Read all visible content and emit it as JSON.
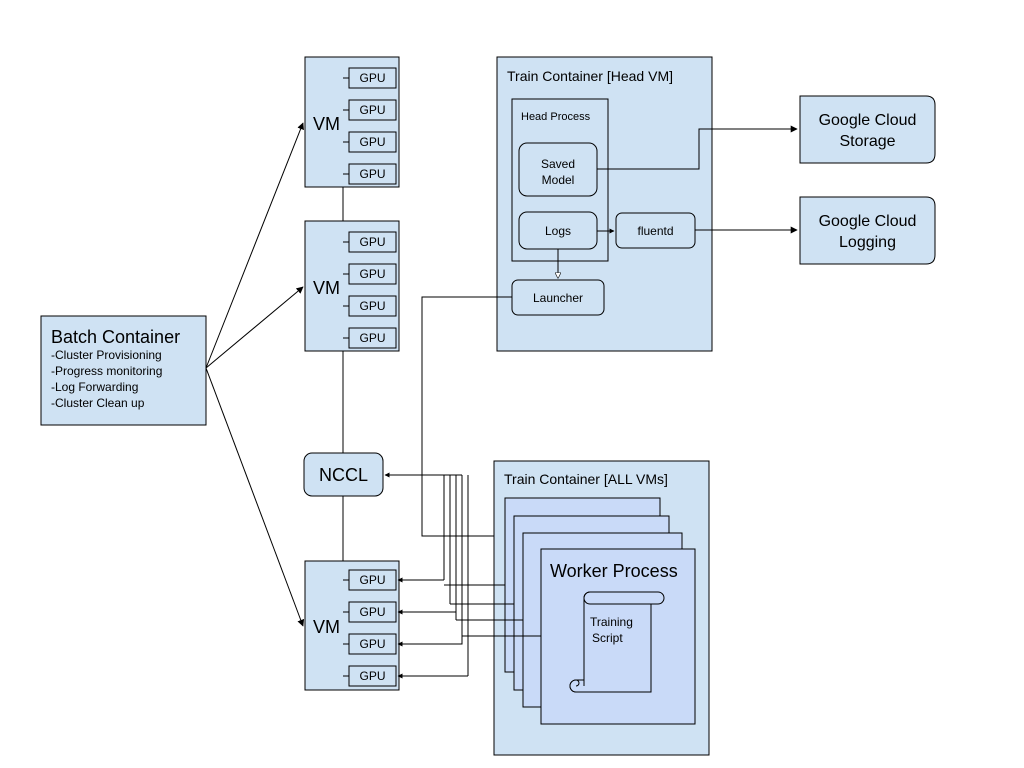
{
  "colors": {
    "fill": "#cfe2f3",
    "fill_alt": "#c9daf8",
    "stroke": "#000000",
    "background": "#ffffff"
  },
  "batch": {
    "title": "Batch Container",
    "items": [
      "-Cluster Provisioning",
      "-Progress monitoring",
      "-Log Forwarding",
      "-Cluster Clean up"
    ]
  },
  "vm_label": "VM",
  "gpu_label": "GPU",
  "nccl_label": "NCCL",
  "head": {
    "title": "Train Container [Head VM]",
    "process_title": "Head Process",
    "saved_model": [
      "Saved",
      "Model"
    ],
    "logs": "Logs",
    "fluentd": "fluentd",
    "launcher": "Launcher"
  },
  "gcs": [
    "Google Cloud",
    "Storage"
  ],
  "gcl": [
    "Google Cloud",
    "Logging"
  ],
  "all": {
    "title": "Train Container [ALL VMs]",
    "worker_title": "Worker Process",
    "script": [
      "Training",
      "Script"
    ]
  }
}
